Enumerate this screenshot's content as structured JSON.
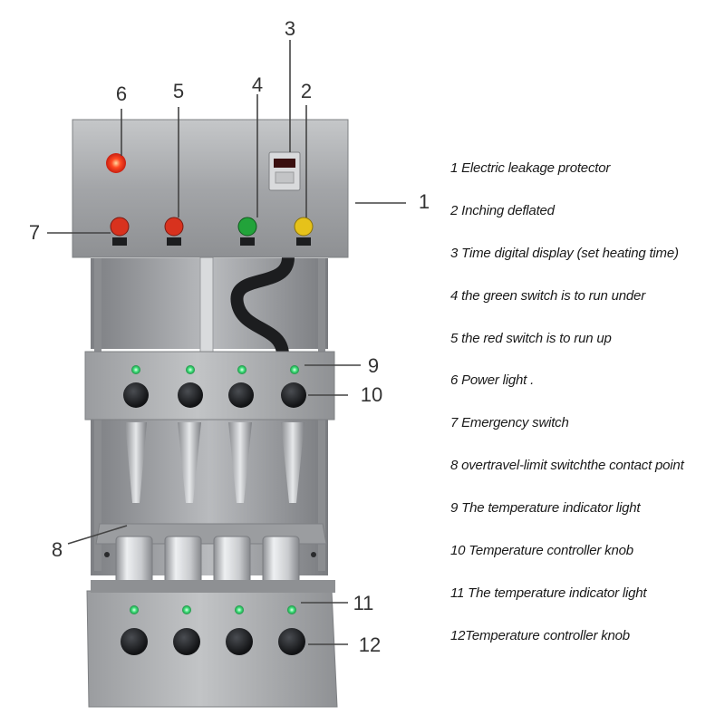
{
  "callouts": {
    "n1": "1",
    "n2": "2",
    "n3": "3",
    "n4": "4",
    "n5": "5",
    "n6": "6",
    "n7": "7",
    "n8": "8",
    "n9": "9",
    "n10": "10",
    "n11": "11",
    "n12": "12"
  },
  "legend": [
    "1 Electric leakage protector",
    "2 Inching deflated",
    "3 Time digital display (set heating time)",
    "4 the green switch is to run under",
    "5 the red switch is to run up",
    "6 Power light .",
    "7 Emergency switch",
    "8 overtravel-limit switchthe contact point",
    "9 The temperature indicator light",
    "10 Temperature controller knob",
    "11 The temperature indicator light",
    "12Temperature controller knob"
  ],
  "colors": {
    "steel": "#a9abad",
    "power_light": "#ff3b1f",
    "red_button": "#d8321e",
    "green_button": "#22a33a",
    "yellow_button": "#e6c21a",
    "indicator_green": "#3fe07a",
    "knob": "#1d1f22"
  }
}
